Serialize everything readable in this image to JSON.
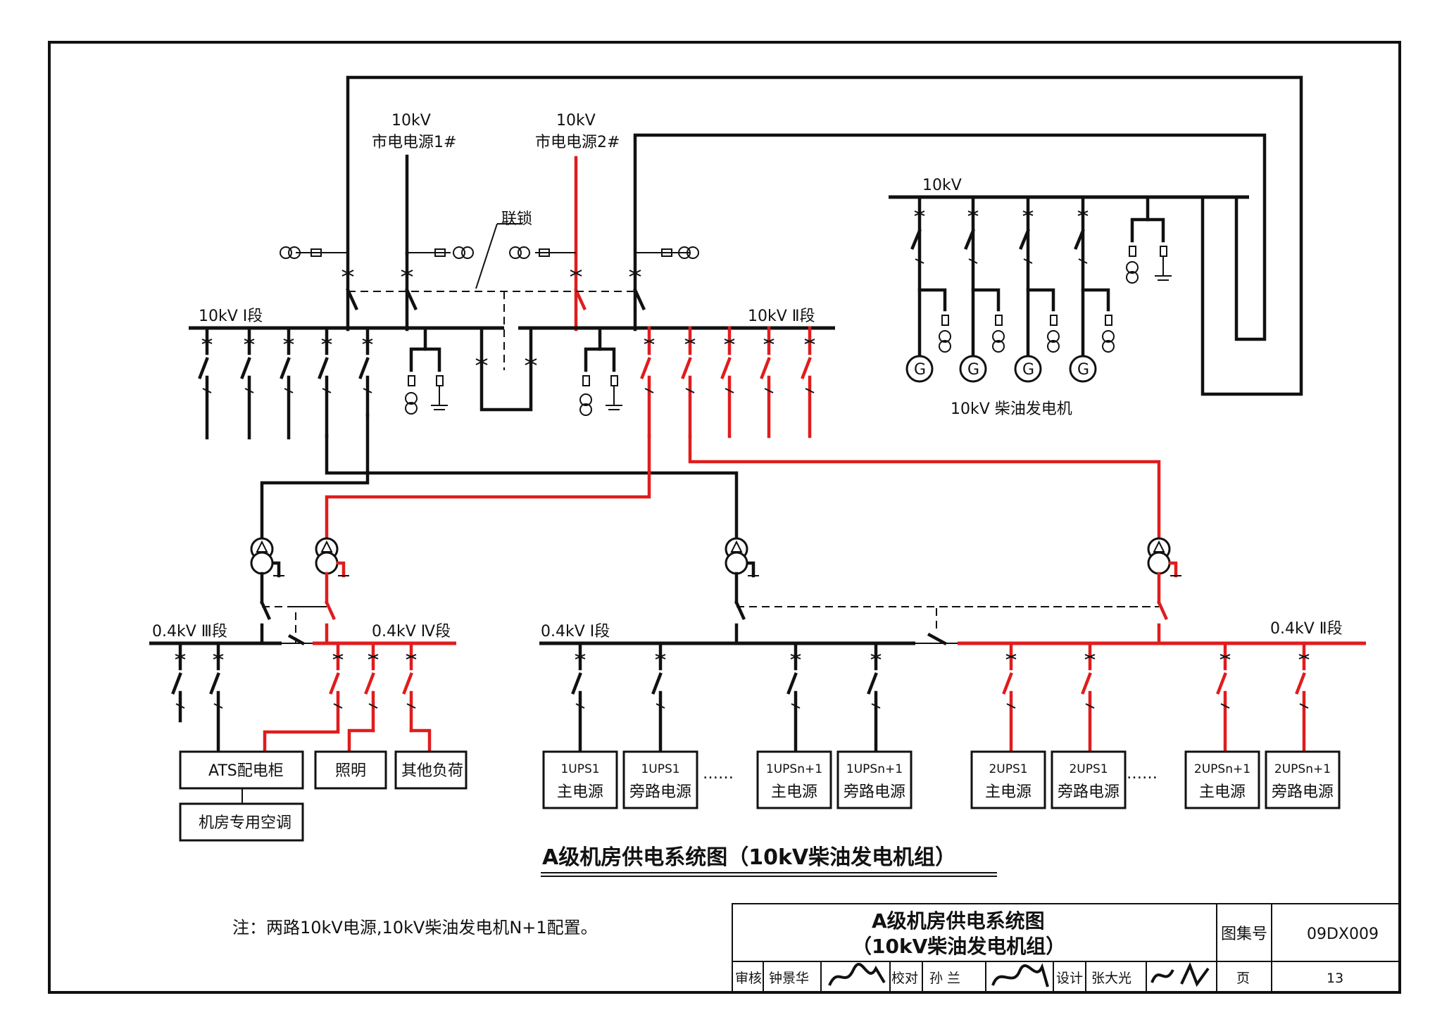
{
  "diagram": {
    "title": "A级机房供电系统图（10kV柴油发电机组）",
    "note": "注：两路10kV电源,10kV柴油发电机N+1配置。",
    "labels": {
      "source1_voltage": "10kV",
      "source1_name": "市电电源1#",
      "source2_voltage": "10kV",
      "source2_name": "市电电源2#",
      "interlock": "联锁",
      "bus_10kv_1": "10kV Ⅰ段",
      "bus_10kv_2": "10kV Ⅱ段",
      "gen_bus": "10kV",
      "gen_caption": "10kV 柴油发电机",
      "bus_04_3": "0.4kV Ⅲ段",
      "bus_04_4": "0.4kV Ⅳ段",
      "bus_04_1": "0.4kV Ⅰ段",
      "bus_04_2": "0.4kV Ⅱ段",
      "generator_symbol": "G"
    },
    "loads": {
      "ats": "ATS配电柜",
      "lighting": "照明",
      "other": "其他负荷",
      "hvac": "机房专用空调"
    },
    "ups_boxes": [
      {
        "line1": "1UPS1",
        "line2": "主电源"
      },
      {
        "line1": "1UPS1",
        "line2": "旁路电源"
      },
      {
        "line1": "1UPSn+1",
        "line2": "主电源"
      },
      {
        "line1": "1UPSn+1",
        "line2": "旁路电源"
      },
      {
        "line1": "2UPS1",
        "line2": "主电源"
      },
      {
        "line1": "2UPS1",
        "line2": "旁路电源"
      },
      {
        "line1": "2UPSn+1",
        "line2": "主电源"
      },
      {
        "line1": "2UPSn+1",
        "line2": "旁路电源"
      }
    ],
    "ellipsis": "……"
  },
  "title_block": {
    "drawing_title_line1": "A级机房供电系统图",
    "drawing_title_line2": "（10kV柴油发电机组）",
    "atlas_label": "图集号",
    "atlas_no": "09DX009",
    "review_label": "审核",
    "reviewer": "钟景华",
    "check_label": "校对",
    "checker": "孙 兰",
    "design_label": "设计",
    "designer": "张大光",
    "page_label": "页",
    "page_no": "13"
  },
  "colors": {
    "source1_path": "#111111",
    "source2_path": "#e01c1c"
  }
}
